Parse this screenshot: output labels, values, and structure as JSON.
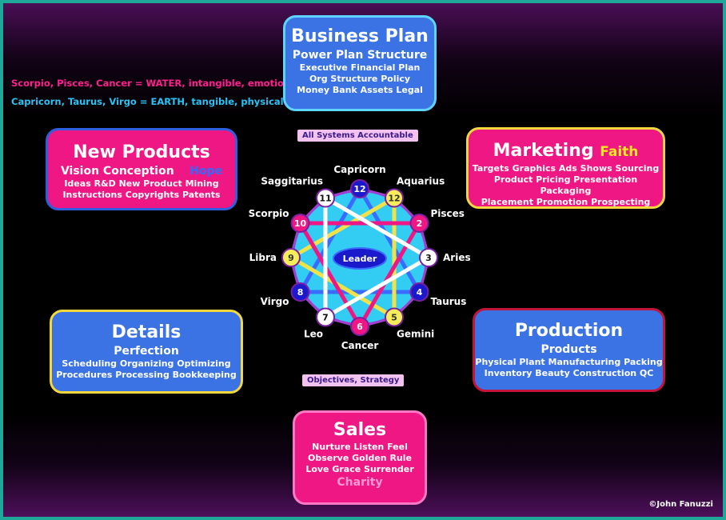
{
  "legend": {
    "water": "Scorpio, Pisces, Cancer = WATER, intangible, emotional",
    "earth": "Capricorn, Taurus, Virgo =  EARTH, tangible, physical"
  },
  "tags": {
    "top": "All Systems Accountable",
    "bottom": "Objectives, Strategy"
  },
  "business_plan": {
    "title": "Business Plan",
    "subtitle": "Power  Plan  Structure",
    "lines": [
      "Executive  Financial Plan",
      "Org Structure  Policy",
      "Money  Bank  Assets  Legal"
    ]
  },
  "new_products": {
    "title": "New Products",
    "subtitle": "Vision   Conception",
    "highlight": "Hope",
    "lines": [
      "Ideas   R&D   New Product  Mining",
      "Instructions   Copyrights   Patents"
    ]
  },
  "marketing": {
    "title": "Marketing",
    "highlight": "Faith",
    "lines": [
      "Targets  Graphics  Ads  Shows  Sourcing",
      "Product  Pricing  Presentation  Packaging",
      "Placement  Promotion  Prospecting"
    ]
  },
  "details": {
    "title": "Details",
    "subtitle": "Perfection",
    "lines": [
      "Scheduling   Organizing   Optimizing",
      "Procedures   Processing   Bookkeeping"
    ]
  },
  "production": {
    "title": "Production",
    "subtitle": "Products",
    "lines": [
      "Physical Plant  Manufacturing  Packing",
      "Inventory  Beauty  Construction  QC"
    ]
  },
  "sales": {
    "title": "Sales",
    "lines": [
      "Nurture  Listen  Feel",
      "Observe   Golden Rule",
      "Love   Grace  Surrender"
    ],
    "highlight": "Charity"
  },
  "wheel": {
    "center": "Leader",
    "nodes": [
      {
        "num": "12",
        "sign": "Capricorn",
        "color": "#1a1acc",
        "text": "#ffffff"
      },
      {
        "num": "12",
        "sign": "Aquarius",
        "color": "#f5ee5a",
        "text": "#333333"
      },
      {
        "num": "2",
        "sign": "Pisces",
        "color": "#ee1784",
        "text": "#ffffff"
      },
      {
        "num": "3",
        "sign": "Aries",
        "color": "#ffffff",
        "text": "#111111"
      },
      {
        "num": "4",
        "sign": "Taurus",
        "color": "#1a1acc",
        "text": "#ffffff"
      },
      {
        "num": "5",
        "sign": "Gemini",
        "color": "#f5ee5a",
        "text": "#333333"
      },
      {
        "num": "6",
        "sign": "Cancer",
        "color": "#ee1784",
        "text": "#ffffff"
      },
      {
        "num": "7",
        "sign": "Leo",
        "color": "#ffffff",
        "text": "#111111"
      },
      {
        "num": "8",
        "sign": "Virgo",
        "color": "#1a1acc",
        "text": "#ffffff"
      },
      {
        "num": "9",
        "sign": "Libra",
        "color": "#f5ee5a",
        "text": "#333333"
      },
      {
        "num": "10",
        "sign": "Scorpio",
        "color": "#ee1784",
        "text": "#ffffff"
      },
      {
        "num": "11",
        "sign": "Saggitarius",
        "color": "#ffffff",
        "text": "#111111"
      }
    ],
    "triangle_colors": [
      "#3a6bff",
      "#f0e24a",
      "#ee1784",
      "#ffffff"
    ]
  },
  "colors": {
    "water": "#ff1f8e",
    "earth": "#29c3f5",
    "highlight_blue": "#2f6bff",
    "highlight_yellow": "#f8e71c",
    "charity": "#ff9ad5"
  },
  "copyright": "©John Fanuzzi"
}
